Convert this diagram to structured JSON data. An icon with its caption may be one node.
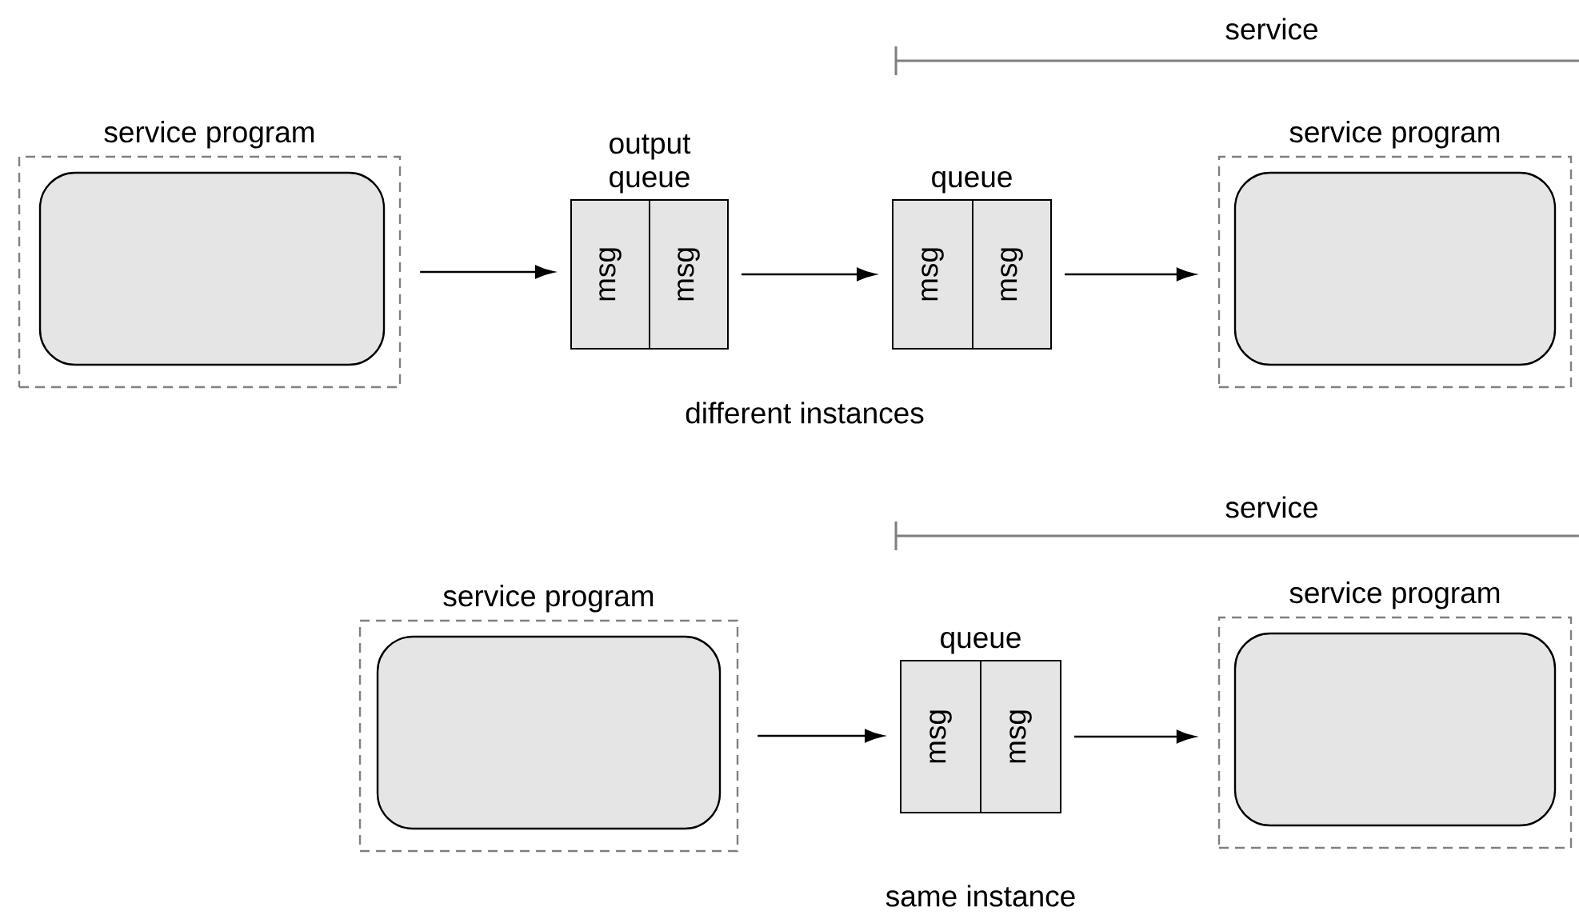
{
  "diagram": {
    "nodes": [
      {
        "text": [
          "service program"
        ]
      },
      {
        "text": [],
        "shape": "box",
        "in": 0
      },
      {
        "text": [
          "output queue"
        ]
      },
      {
        "text": [
          "msg"
        ],
        "in": 2
      },
      {
        "text": [
          "msg"
        ],
        "in": 2
      },
      {
        "text": [
          "queue"
        ]
      },
      {
        "text": [
          "msg"
        ],
        "in": 5
      },
      {
        "text": [
          "msg"
        ],
        "in": 5
      },
      {
        "text": [
          "service program"
        ]
      },
      {
        "text": [],
        "shape": "box",
        "in": 8
      },
      {
        "text": [
          "service program"
        ]
      },
      {
        "text": [],
        "shape": "box",
        "in": 10
      },
      {
        "text": [
          "queue"
        ]
      },
      {
        "text": [
          "msg"
        ],
        "in": 12
      },
      {
        "text": [
          "msg"
        ],
        "in": 12
      },
      {
        "text": [
          "service program"
        ]
      },
      {
        "text": [],
        "shape": "box",
        "in": 15
      }
    ],
    "edges": [
      {
        "from": 0,
        "to": 2,
        "arrow": "to"
      },
      {
        "from": 2,
        "to": 5,
        "arrow": "to"
      },
      {
        "from": 5,
        "to": 8,
        "arrow": "to"
      },
      {
        "from": 10,
        "to": 12,
        "arrow": "to"
      },
      {
        "from": 12,
        "to": 15,
        "arrow": "to"
      }
    ],
    "labels": [
      "service",
      "different instances",
      "service",
      "same instance"
    ]
  }
}
